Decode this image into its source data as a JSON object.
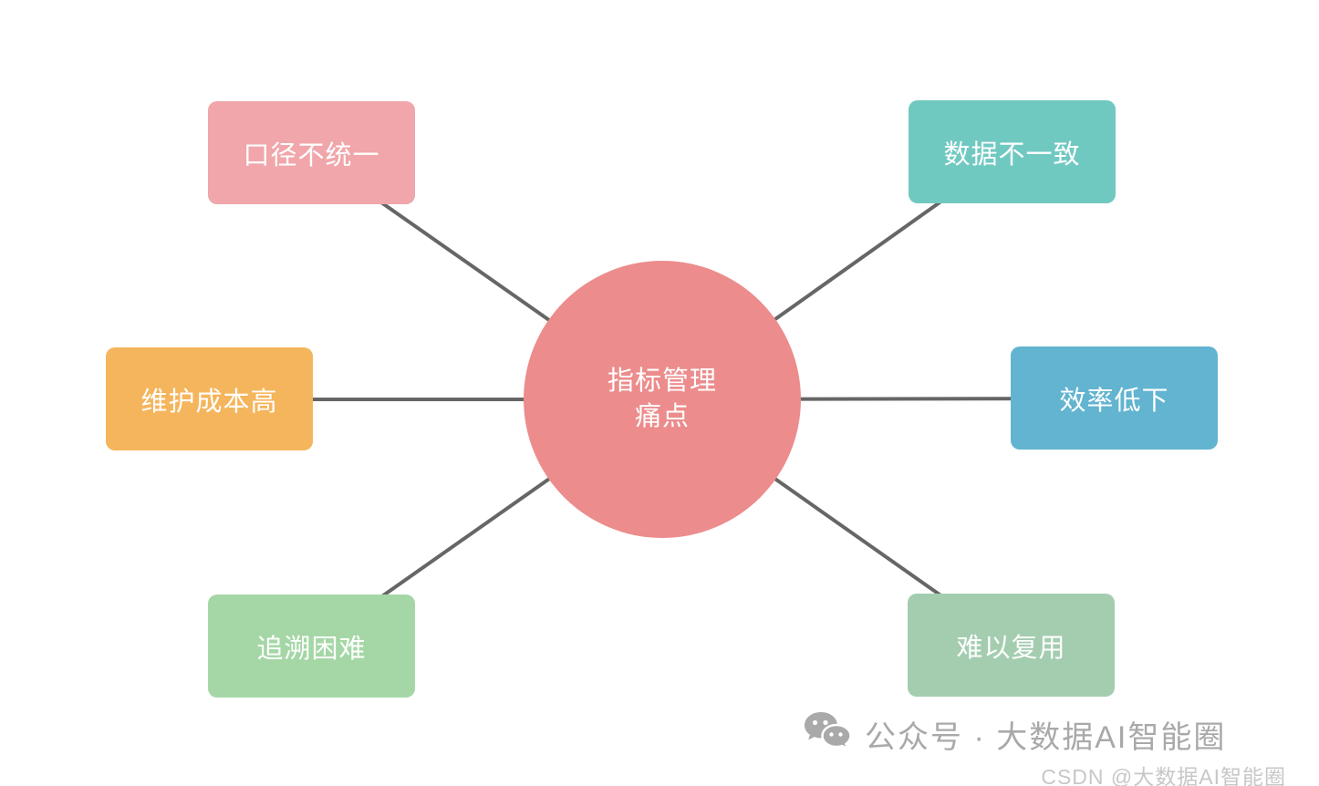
{
  "diagram": {
    "center": {
      "label_line1": "指标管理",
      "label_line2": "痛点",
      "color": "#EC8C8C"
    },
    "nodes": [
      {
        "id": "caliber-inconsistent",
        "label": "口径不统一",
        "color": "#F0A6AA",
        "position": "top-left"
      },
      {
        "id": "data-inconsistent",
        "label": "数据不一致",
        "color": "#70C9C1",
        "position": "top-right"
      },
      {
        "id": "maintenance-cost",
        "label": "维护成本高",
        "color": "#F5B55C",
        "position": "middle-left"
      },
      {
        "id": "low-efficiency",
        "label": "效率低下",
        "color": "#62B4D0",
        "position": "middle-right"
      },
      {
        "id": "hard-to-trace",
        "label": "追溯困难",
        "color": "#A5D7A6",
        "position": "bottom-left"
      },
      {
        "id": "hard-to-reuse",
        "label": "难以复用",
        "color": "#A4CDB0",
        "position": "bottom-right"
      }
    ],
    "line_color": "#666666"
  },
  "watermark": {
    "wechat_label": "公众号 · 大数据AI智能圈",
    "csdn_label": "CSDN @大数据AI智能圈",
    "icon": "wechat-icon",
    "icon_color": "#A9A9A9",
    "text_color": "#A9A9A9",
    "csdn_color": "#C7C7C7"
  }
}
